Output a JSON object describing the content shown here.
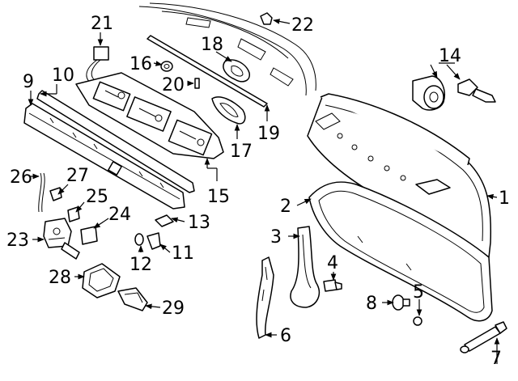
{
  "diagram": {
    "line_color": "#000000",
    "background": "#ffffff",
    "callouts": [
      "1",
      "2",
      "3",
      "4",
      "5",
      "6",
      "7",
      "8",
      "9",
      "10",
      "11",
      "12",
      "13",
      "14",
      "15",
      "16",
      "17",
      "18",
      "19",
      "20",
      "21",
      "22",
      "23",
      "24",
      "25",
      "26",
      "27",
      "28",
      "29"
    ]
  }
}
